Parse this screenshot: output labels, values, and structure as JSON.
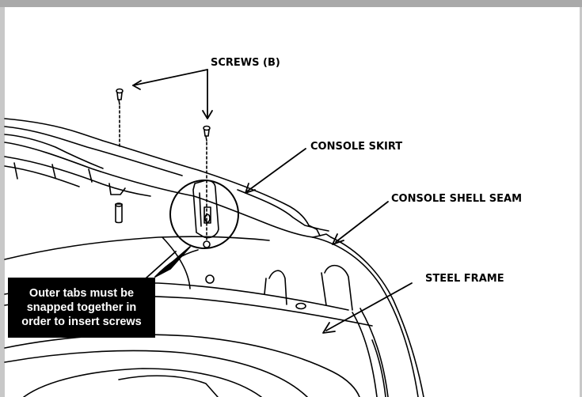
{
  "labels": {
    "screws": "SCREWS (B)",
    "console_skirt": "CONSOLE SKIRT",
    "console_shell_seam": "CONSOLE SHELL SEAM",
    "steel_frame": "STEEL FRAME"
  },
  "callout": {
    "lines": [
      "Outer tabs must be",
      "snapped together in",
      "order to insert screws"
    ]
  },
  "colors": {
    "header_bar": "#a9a9a9",
    "callout_bg": "#000000",
    "callout_text": "#ffffff",
    "line_art": "#000000"
  }
}
